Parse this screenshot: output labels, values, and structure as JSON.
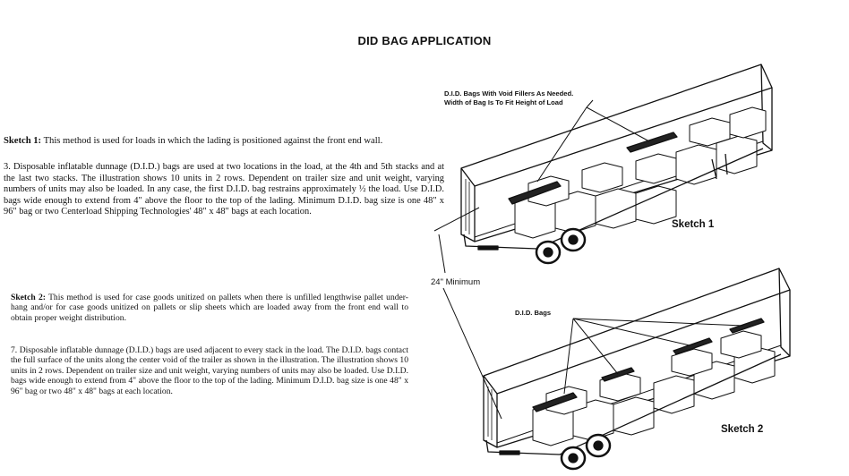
{
  "document": {
    "title": "DID BAG APPLICATION"
  },
  "sketch1_text": {
    "heading": "Sketch 1:",
    "intro": "This method is used for loads in which the lading is positioned against the front end wall.",
    "body": "3. Disposable inflatable dunnage (D.I.D.) bags are used at two locations in the load, at the 4th and 5th stacks and at the last two stacks. The illustration shows 10 units in 2 rows. Dependent on trailer size and unit weight, varying numbers of units may also be loaded. In any case, the first D.I.D. bag restrains approximately ½ the load. Use D.I.D. bags wide enough to extend from 4\" above the floor to the top of the lading. Minimum D.I.D. bag size is one 48\" x 96\" bag or two Centerload Shipping Technologies' 48\" x 48\" bags at each location."
  },
  "sketch2_text": {
    "heading": "Sketch 2:",
    "intro": "This method is used  for case goods unitized on pallets when there is unfilled lengthwise pallet under-hang and/or for case goods unitized on pallets or slip sheets which are loaded away from the front end wall to obtain proper weight distribution.",
    "body": "7. Disposable inflatable dunnage (D.I.D.) bags are used adjacent to every stack in the load. The D.I.D. bags contact the full surface of the units along the center void of the trailer as shown in the illustration. The illustration shows 10 units in 2 rows. Dependent on trailer size and unit weight, varying numbers of units may also be loaded. Use D.I.D. bags wide enough to extend from 4\" above the floor to the top of the lading. Minimum D.I.D. bag size is one 48\" x 96\" bag or two 48\" x 48\" bags at each location."
  },
  "illustration": {
    "callout_top_line1": "D.I.D. Bags With Void Fillers As Needed.",
    "callout_top_line2": "Width of Bag Is To Fit Height of Load",
    "sketch1_label": "Sketch 1",
    "minimum_label": "24\" Minimum",
    "callout_bags": "D.I.D. Bags",
    "sketch2_label": "Sketch 2"
  }
}
